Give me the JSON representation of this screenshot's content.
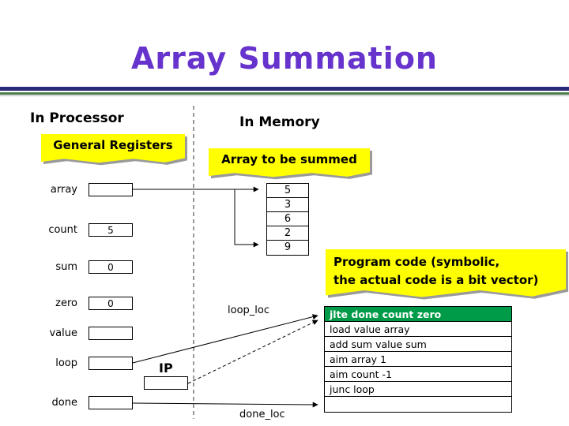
{
  "title": "Array Summation",
  "headings": {
    "processor": "In Processor",
    "memory": "In Memory"
  },
  "banners": {
    "general_registers": "General Registers",
    "array_summed": "Array to be summed",
    "program_code_line1": "Program code (symbolic,",
    "program_code_line2": "the actual code is a bit vector)"
  },
  "registers": [
    {
      "name": "array",
      "value": ""
    },
    {
      "name": "count",
      "value": "5"
    },
    {
      "name": "sum",
      "value": "0"
    },
    {
      "name": "zero",
      "value": "0"
    },
    {
      "name": "value",
      "value": ""
    },
    {
      "name": "loop",
      "value": ""
    },
    {
      "name": "done",
      "value": ""
    }
  ],
  "ip_label": "IP",
  "memory_array": [
    "5",
    "3",
    "6",
    "2",
    "9"
  ],
  "code_rows": [
    "jlte done count zero",
    "load value array",
    "add sum value sum",
    "aim array 1",
    "aim count -1",
    "junc loop",
    ""
  ],
  "pointers": {
    "loop_loc": "loop_loc",
    "done_loc": "done_loc"
  },
  "colors": {
    "title_purple": "#6633cc",
    "banner_yellow": "#ffff00",
    "highlight_green": "#009b48",
    "rule_navy": "#29297a",
    "rule_green": "#4a7a4a"
  }
}
